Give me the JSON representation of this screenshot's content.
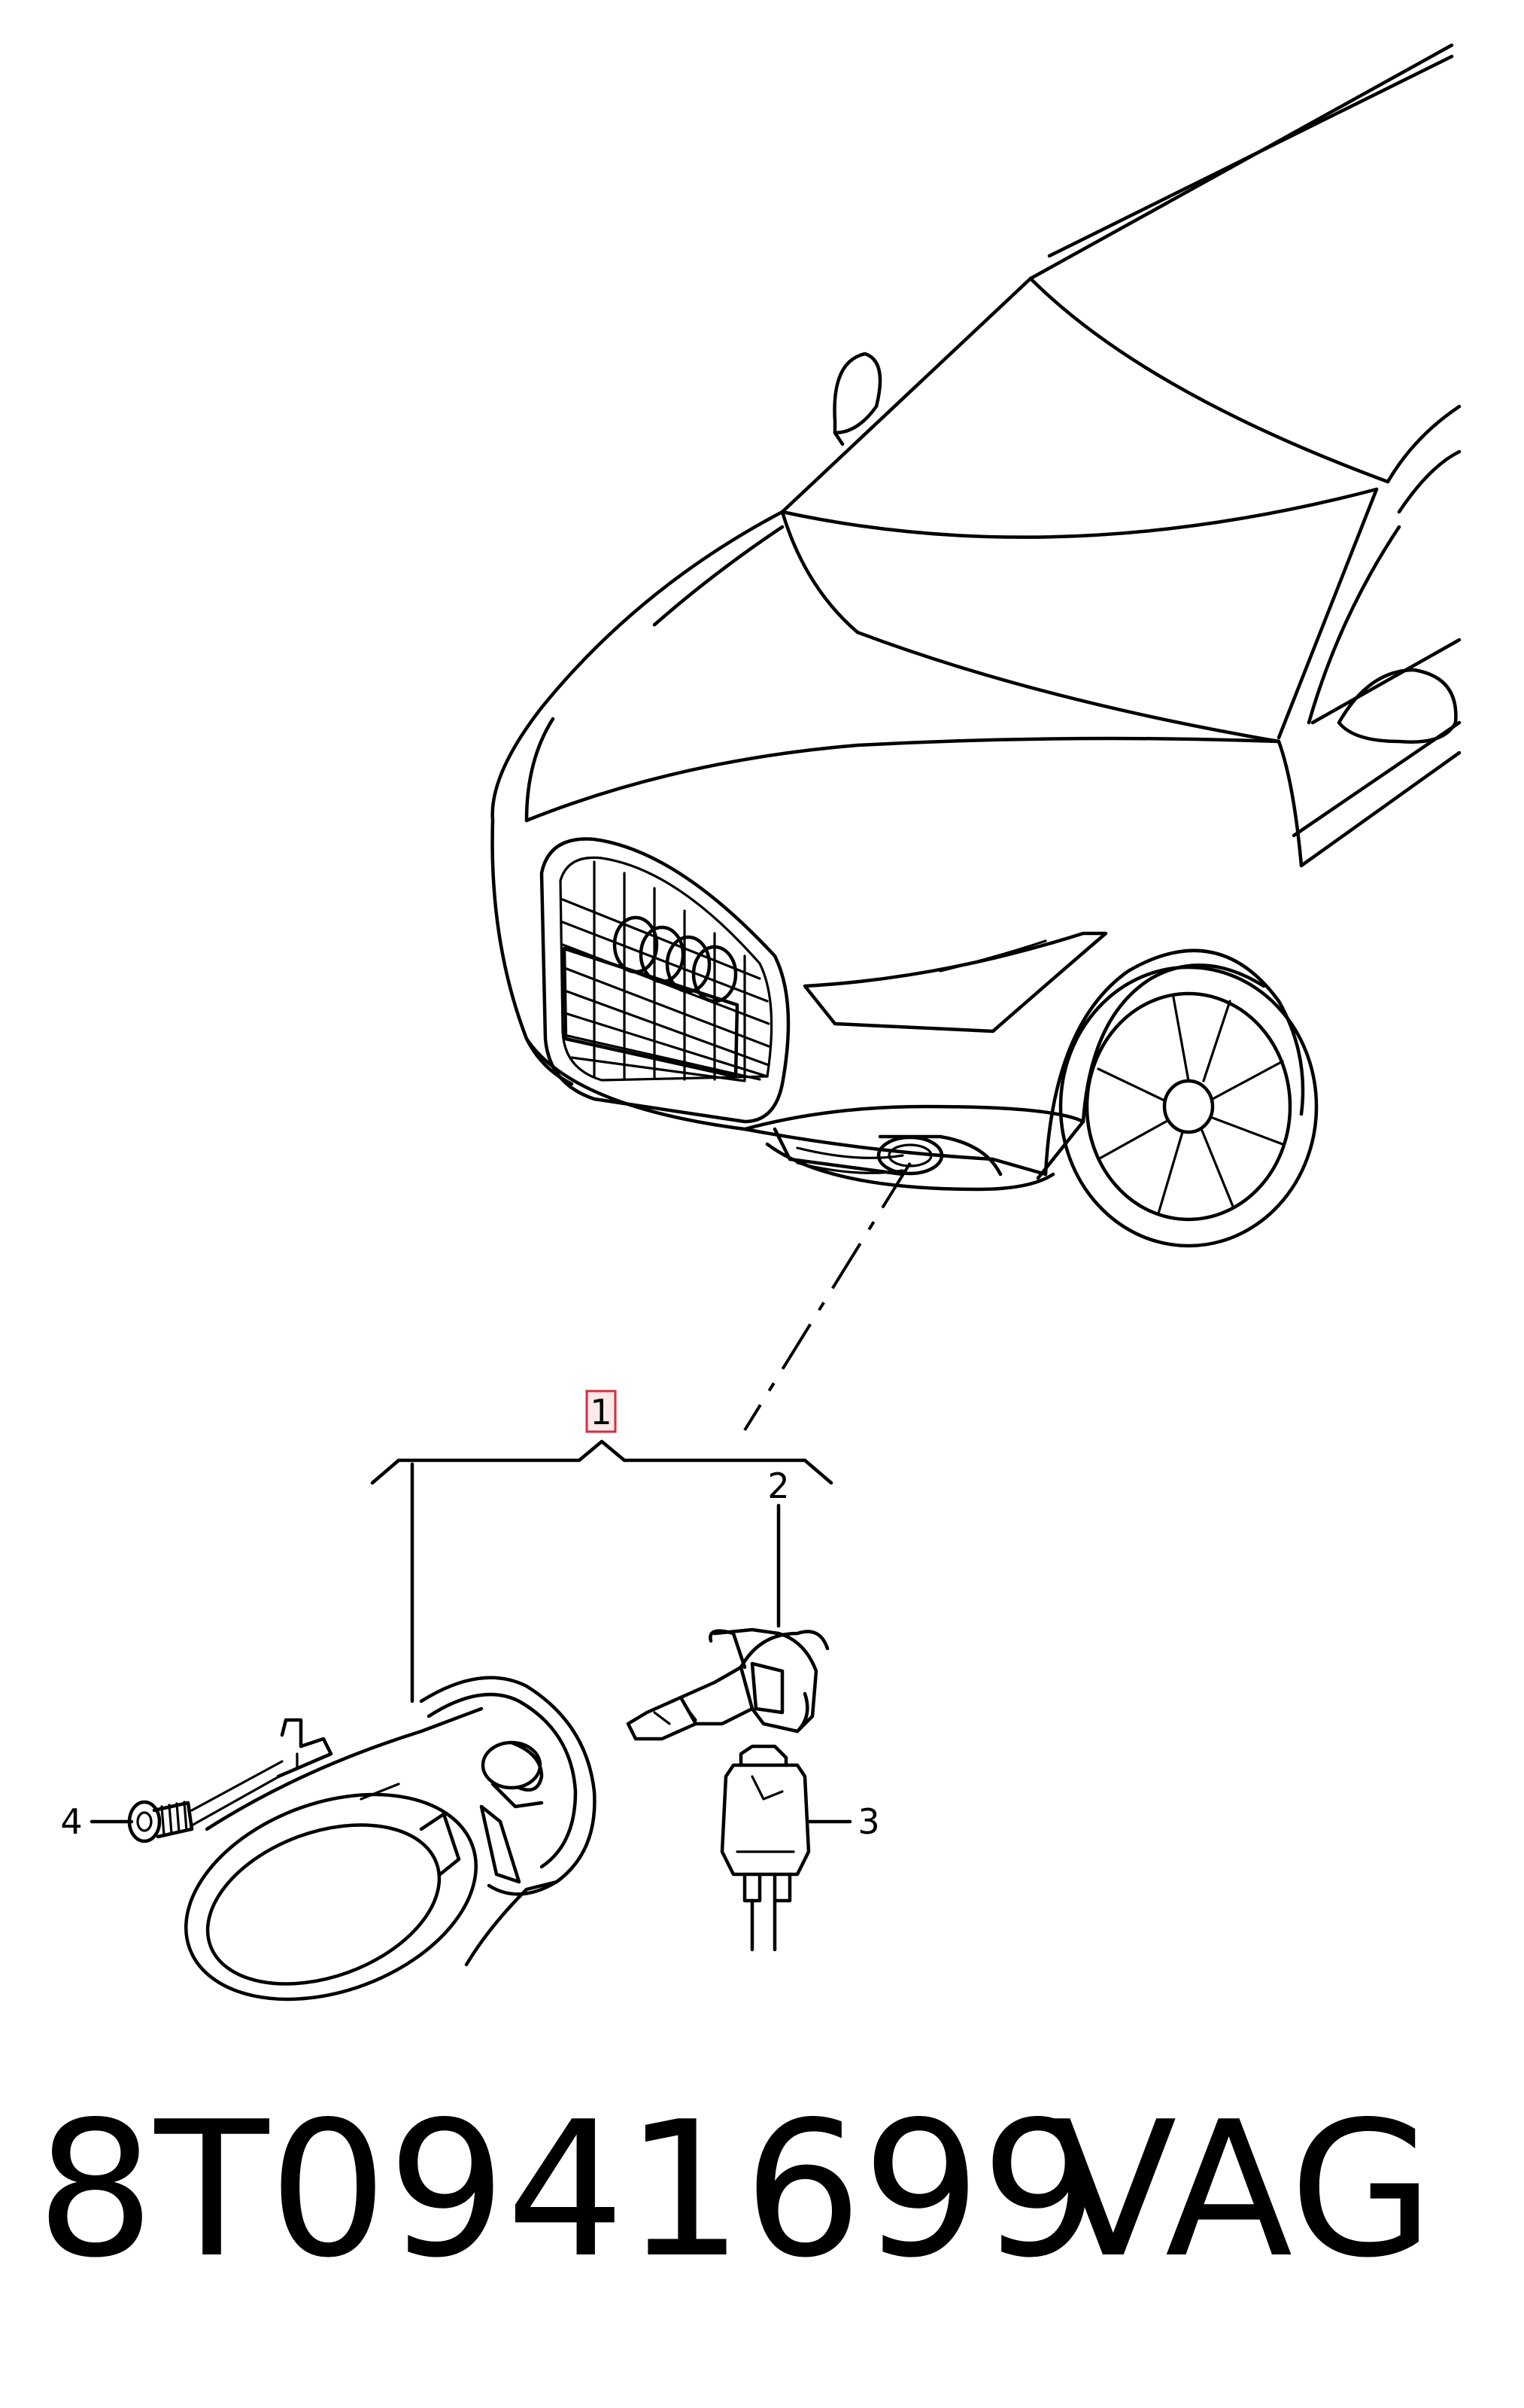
{
  "diagram": {
    "callouts": [
      {
        "id": "1",
        "label": "1",
        "highlighted": true
      },
      {
        "id": "2",
        "label": "2",
        "highlighted": false
      },
      {
        "id": "3",
        "label": "3",
        "highlighted": false
      },
      {
        "id": "4",
        "label": "4",
        "highlighted": false
      }
    ],
    "highlight_color": "#d03040"
  },
  "footer": {
    "part_number": "8T0941699",
    "brand": "VAG"
  }
}
